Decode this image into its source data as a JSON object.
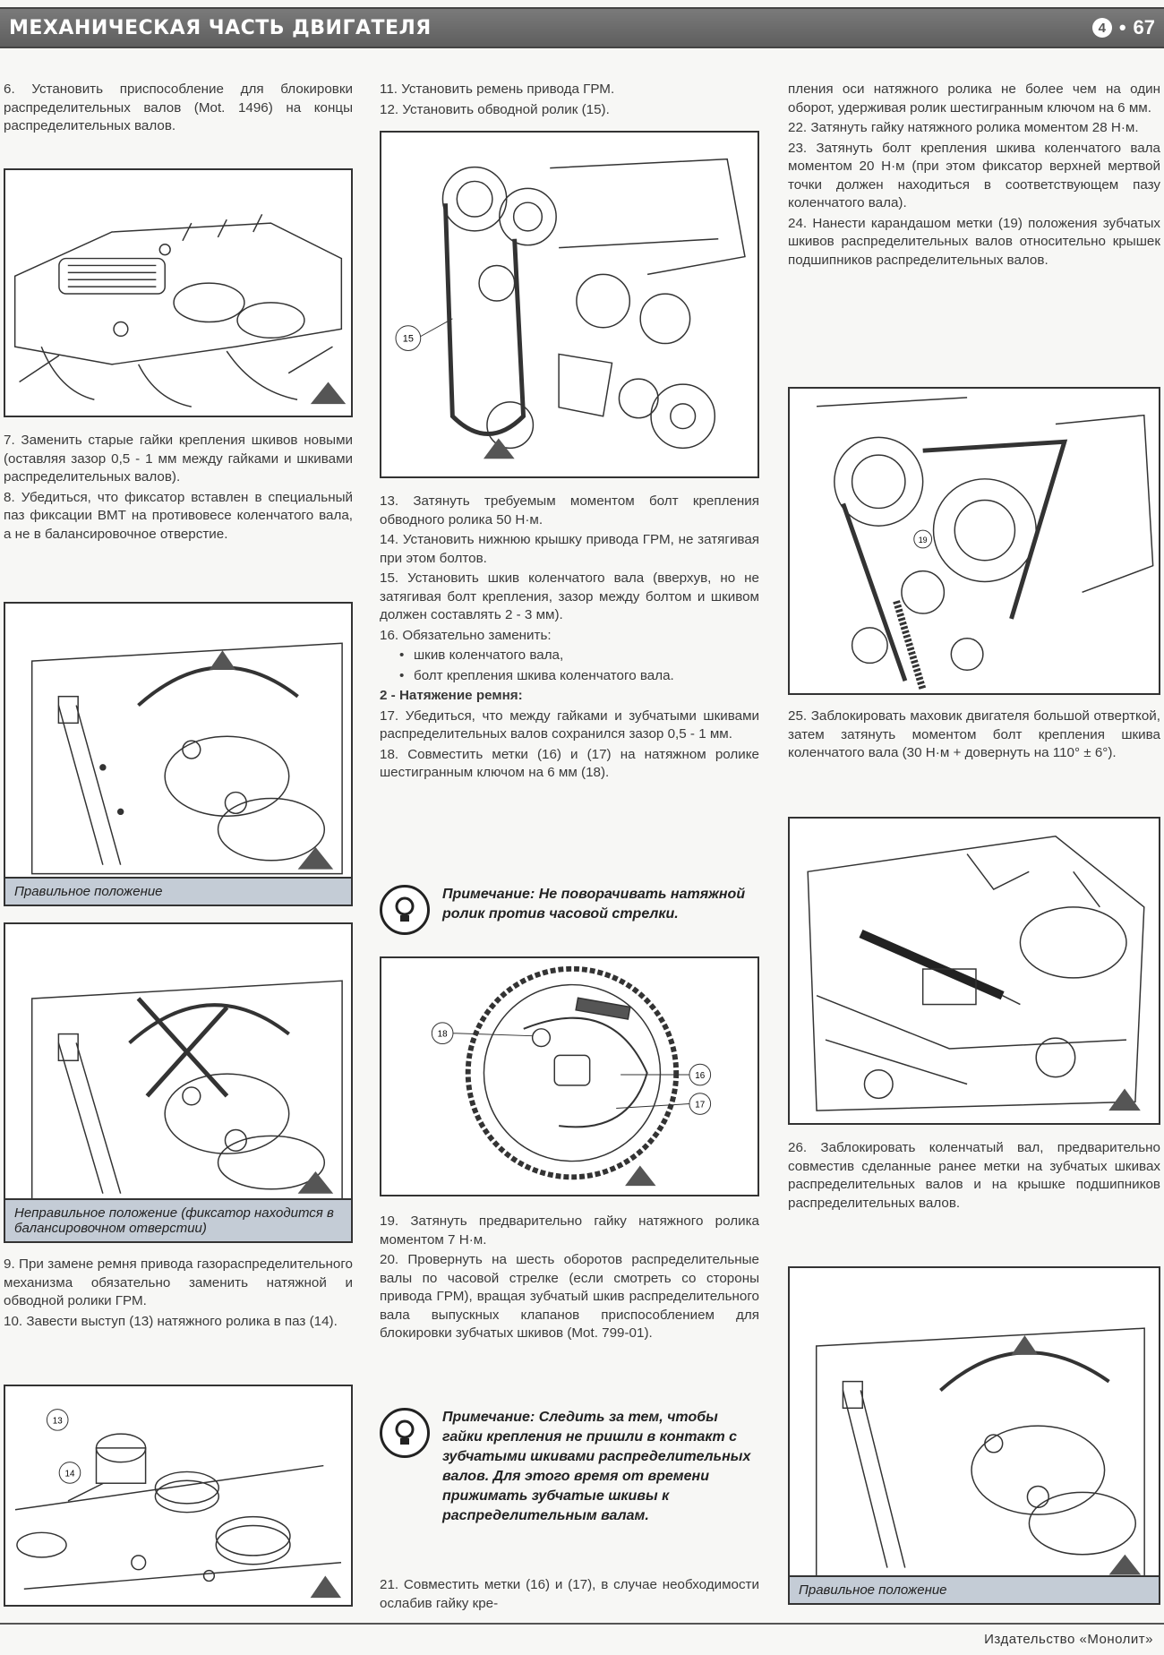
{
  "header": {
    "title": "МЕХАНИЧЕСКАЯ ЧАСТЬ ДВИГАТЕЛЯ",
    "section_icon": "4",
    "page_number": "67"
  },
  "col1": {
    "p1": "6. Установить приспособление для блокировки распределительных валов (Mot. 1496) на концы распределительных валов.",
    "p2": "7. Заменить старые гайки крепления шкивов новыми (оставляя зазор 0,5 - 1 мм между гайками и шкивами распределительных валов).",
    "p3": "8. Убедиться, что фиксатор вставлен в специальный паз фиксации ВМТ на противовесе коленчатого вала, а не в балансировочное отверстие.",
    "fig2_caption": "Правильное положение",
    "fig3_caption": "Неправильное положение (фиксатор находится в балансировочном отверстии)",
    "p4": "9. При замене ремня привода газораспределительного механизма обязательно заменить натяжной и обводной ролики ГРМ.",
    "p5": "10. Завести выступ (13) натяжного ролика в паз (14).",
    "fig4_labels": [
      "13",
      "14"
    ]
  },
  "col2": {
    "p11": "11. Установить ремень привода ГРМ.",
    "p12": "12. Установить обводной ролик (15).",
    "fig_label": "15",
    "p13": "13. Затянуть требуемым моментом болт крепления обводного ролика 50 Н·м.",
    "p14": "14. Установить нижнюю крышку привода ГРМ, не затягивая при этом болтов.",
    "p15": "15. Установить шкив коленчатого вала (вверхув, но не затягивая болт крепления, зазор между болтом и шкивом должен составлять 2 - 3 мм).",
    "p16": "16. Обязательно заменить:",
    "b1": "шкив коленчатого вала,",
    "b2": "болт крепления шкива коленчатого вала.",
    "subhead": "2 - Натяжение ремня:",
    "p17": "17. Убедиться, что между гайками и зубчатыми шкивами распределительных валов сохранился зазор 0,5 - 1 мм.",
    "p18": "18. Совместить метки (16) и (17) на натяжном ролике шестигранным ключом на 6 мм (18).",
    "note1": "Примечание: Не поворачивать натяжной ролик против часовой стрелки.",
    "fig6_labels": [
      "18",
      "16",
      "17"
    ],
    "p19": "19. Затянуть предварительно гайку натяжного ролика моментом 7 Н·м.",
    "p20": "20. Провернуть на шесть оборотов распределительные валы по часовой стрелке (если смотреть со стороны привода ГРМ), вращая зубчатый шкив распределительного вала выпускных клапанов приспособлением для блокировки зубчатых шкивов (Mot. 799-01).",
    "note2": "Примечание: Следить за тем, чтобы гайки крепления не пришли в контакт с зубчатыми шкивами распределительных валов. Для этого время от времени прижимать зубчатые шкивы к распределительным валам.",
    "p21": "21. Совместить метки (16) и (17), в случае необходимости ослабив гайку кре-"
  },
  "col3": {
    "p1": "пления оси натяжного ролика не более чем на один оборот, удерживая ролик шестигранным ключом на 6 мм.",
    "p22": "22. Затянуть гайку натяжного ролика моментом 28 Н·м.",
    "p23": "23. Затянуть болт крепления шкива коленчатого вала моментом 20 Н·м (при этом фиксатор верхней мертвой точки должен находиться в соответствующем пазу коленчатого вала).",
    "p24": "24. Нанести карандашом метки (19) положения зубчатых шкивов распределительных валов относительно крышек подшипников распределительных валов.",
    "fig_label": "19",
    "p25": "25. Заблокировать маховик двигателя большой отверткой, затем затянуть моментом болт крепления шкива коленчатого вала (30 Н·м + довернуть на 110° ± 6°).",
    "p26": "26. Заблокировать коленчатый вал, предварительно совместив сделанные ранее метки на зубчатых шкивах распределительных валов и на крышке подшипников распределительных валов.",
    "fig_caption": "Правильное положение"
  },
  "footer": {
    "publisher": "Издательство «Монолит»"
  }
}
